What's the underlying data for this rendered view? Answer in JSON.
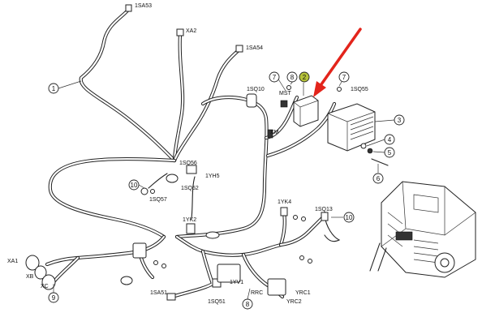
{
  "diagram": {
    "labels": {
      "sa53": "1SA53",
      "xa2": "XA2",
      "sa54": "1SA54",
      "sq10": "1SQ10",
      "mst": "MST",
      "sq55": "1SQ55",
      "xm": "XM",
      "sq56": "1SQ56",
      "yh5": "1YH5",
      "sq52": "1SQ52",
      "sq57": "1SQ57",
      "yk4": "1YK4",
      "sq13": "1SQ13",
      "yk2": "1YK2",
      "xa1": "XA1",
      "xb": "XB",
      "xc": "XC",
      "sa51": "1SA51",
      "sq51": "1SQ51",
      "yv1": "1YV1",
      "rrc": "RRC",
      "yrc1": "YRC1",
      "yrc2": "YRC2"
    },
    "callouts": {
      "c1": "1",
      "c2": "2",
      "c3": "3",
      "c4": "4",
      "c5": "5",
      "c6": "6",
      "c7a": "7",
      "c7b": "7",
      "c8a": "8",
      "c8b": "8",
      "c9": "9",
      "c10a": "10",
      "c10b": "10"
    },
    "colors": {
      "highlight_callout": "#b5c23a",
      "arrow": "#e3241b"
    }
  }
}
